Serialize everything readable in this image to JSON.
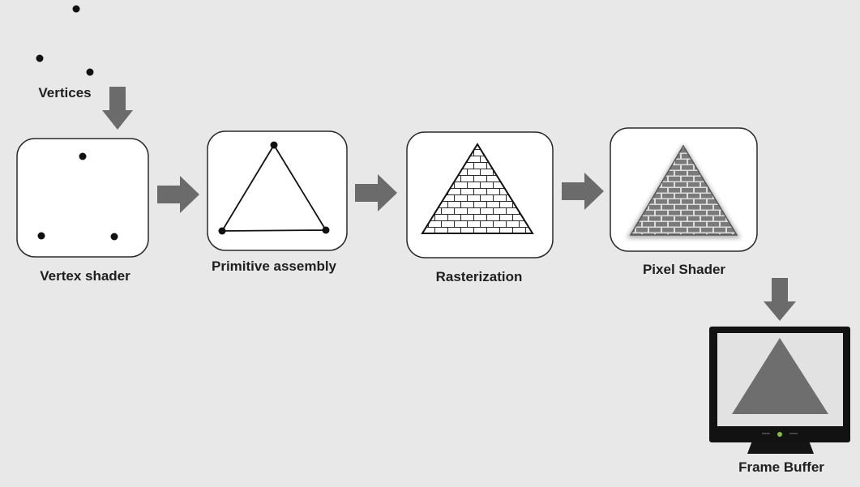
{
  "diagram": {
    "stages": [
      {
        "id": "vertices",
        "label": "Vertices"
      },
      {
        "id": "vertex_shader",
        "label": "Vertex shader"
      },
      {
        "id": "primitive_assembly",
        "label": "Primitive assembly"
      },
      {
        "id": "rasterization",
        "label": "Rasterization"
      },
      {
        "id": "pixel_shader",
        "label": "Pixel Shader"
      },
      {
        "id": "frame_buffer",
        "label": "Frame Buffer"
      }
    ]
  },
  "colors": {
    "background": "#e8e8e8",
    "arrow": "#6b6b6b",
    "box_border": "#2b2b2b",
    "box_fill": "#ffffff",
    "brick_white": "#ffffff",
    "brick_gray": "#7a7a7a",
    "monitor_frame": "#121212",
    "monitor_screen": "#d9d9d9",
    "monitor_triangle": "#6e6e6e",
    "power_led": "#7fc241"
  }
}
